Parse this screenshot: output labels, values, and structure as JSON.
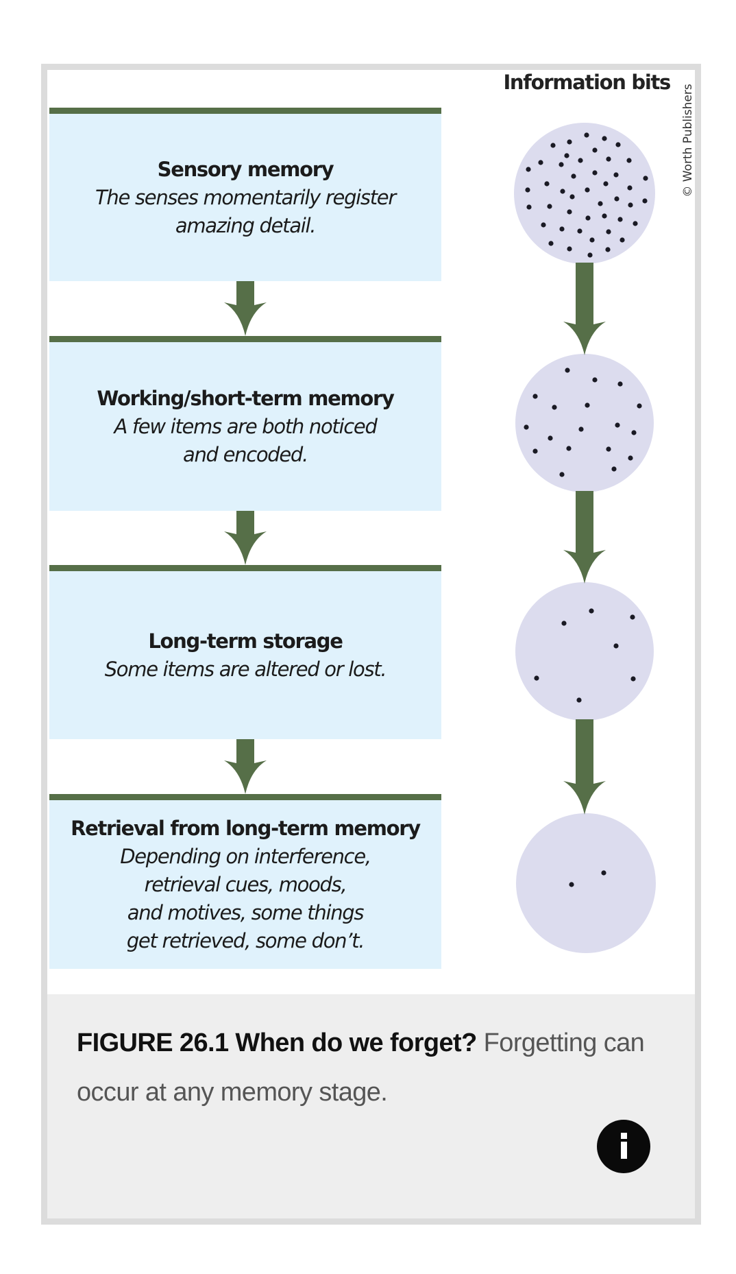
{
  "figure": {
    "column_header": "Information bits",
    "copyright": "© Worth Publishers",
    "stages": [
      {
        "title": "Sensory memory",
        "description": "The senses momentarily register\namazing detail."
      },
      {
        "title": "Working/short-term memory",
        "description": "A few items are both noticed\nand encoded."
      },
      {
        "title": "Long-term storage",
        "description": "Some items are altered or lost."
      },
      {
        "title": "Retrieval from long-term memory",
        "description": "Depending on interference,\nretrieval cues, moods,\nand motives, some things\nget retrieved, some don’t."
      }
    ],
    "information_bits_per_stage": [
      45,
      18,
      7,
      2
    ],
    "colors": {
      "stage_fill": "#e0f2fc",
      "accent_green": "#566f48",
      "circle_fill": "#dcdcee",
      "dot": "#1a1a24"
    }
  },
  "caption": {
    "label": "FIGURE 26.1 When do we forget?",
    "text": " Forgetting can occur at any memory stage."
  },
  "info_button": {
    "icon": "info-icon"
  }
}
